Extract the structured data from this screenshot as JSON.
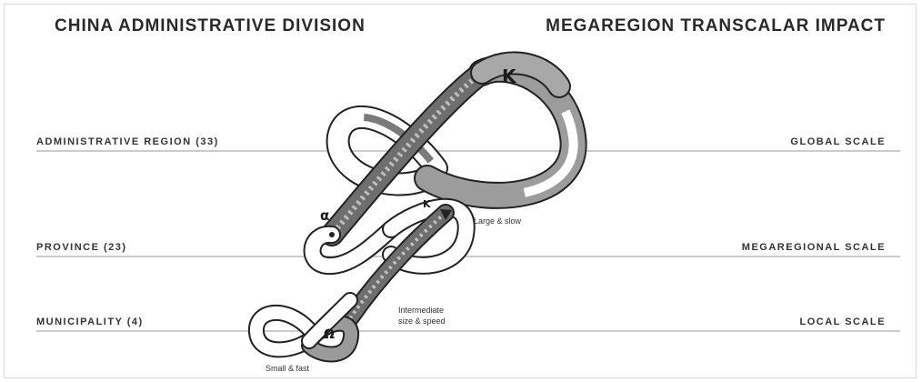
{
  "titles": {
    "left": "CHINA ADMINISTRATIVE DIVISION",
    "right": "MEGAREGION TRANSCALAR IMPACT"
  },
  "levels": [
    {
      "division": "ADMINISTRATIVE REGION (33)",
      "scale": "GLOBAL SCALE"
    },
    {
      "division": "PROVINCE (23)",
      "scale": "MEGAREGIONAL SCALE"
    },
    {
      "division": "MUNICIPALITY (4)",
      "scale": "LOCAL SCALE"
    }
  ],
  "annotations": {
    "large": "Large & slow",
    "intermediate_line1": "Intermediate",
    "intermediate_line2": "size & speed",
    "small": "Small & fast"
  },
  "symbols": {
    "big_k": "K",
    "mid_k": "K",
    "mid_alpha": "α",
    "small_omega": "Ω"
  },
  "colors": {
    "band_dark": "#6b6b6b",
    "band_mid": "#9a9a9a",
    "band_light": "#ffffff",
    "line": "#c8c8c8"
  }
}
